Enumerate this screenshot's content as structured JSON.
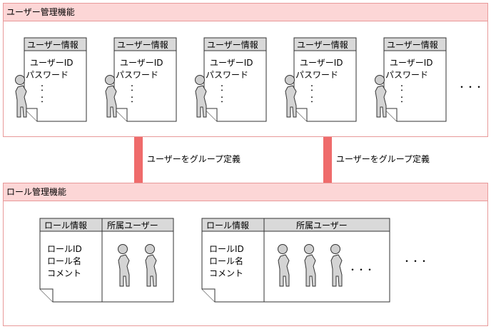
{
  "user_panel": {
    "title": "ユーザー管理機能",
    "card_title": "ユーザー情報",
    "lines": [
      "ユーザーID",
      "パスワード",
      "：",
      "："
    ],
    "ellipsis": "・・・"
  },
  "arrows": {
    "label": "ユーザーをグループ定義"
  },
  "role_panel": {
    "title": "ロール管理機能",
    "role_header": "ロール情報",
    "member_header": "所属ユーザー",
    "lines": [
      "ロールID",
      "ロール名",
      "コメント"
    ],
    "members_ellipsis": "・・・",
    "ellipsis": "・・・"
  },
  "colors": {
    "panel_header": "#fcd6d6",
    "panel_border": "#e89a9a",
    "arrow": "#ef6b6b",
    "card_header": "#d9d9d9"
  }
}
